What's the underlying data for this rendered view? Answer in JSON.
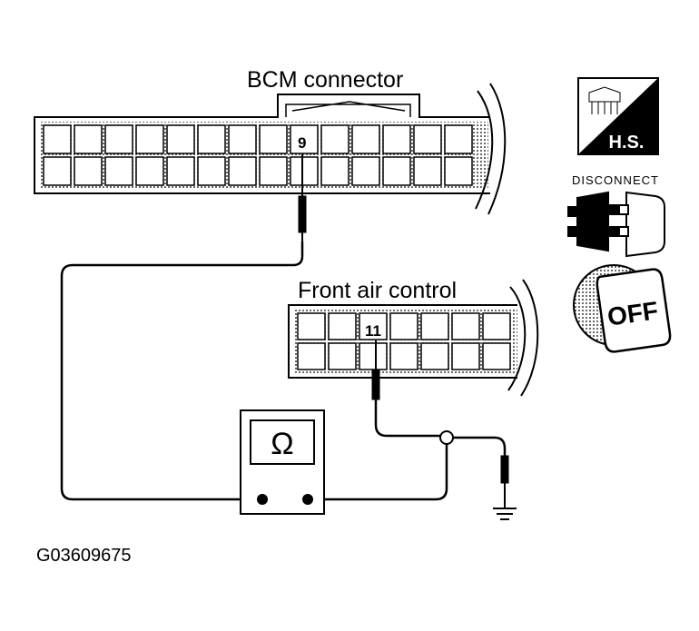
{
  "bcm_connector": {
    "label": "BCM connector",
    "pin": "9"
  },
  "front_air_control": {
    "label": "Front air control",
    "pin": "11"
  },
  "meter": {
    "symbol": "Ω"
  },
  "icons": {
    "hs": "H.S.",
    "disconnect": "DISCONNECT",
    "ignition": "OFF"
  },
  "figure_code": "G03609675"
}
